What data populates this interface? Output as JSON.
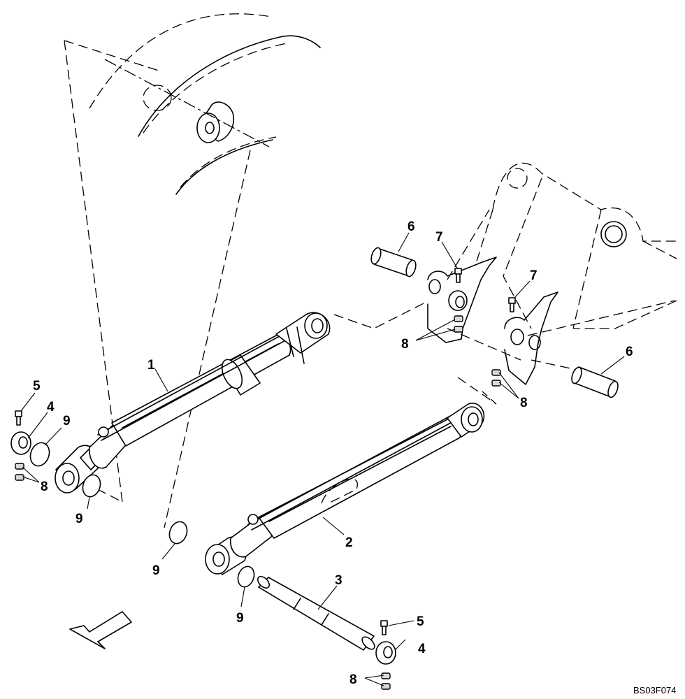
{
  "diagram": {
    "type": "exploded parts diagram",
    "drawing_code": "BS03F074",
    "callouts": [
      {
        "id": "cyl1",
        "text": "1"
      },
      {
        "id": "cyl2",
        "text": "2"
      },
      {
        "id": "pin3",
        "text": "3"
      },
      {
        "id": "coll4a",
        "text": "4"
      },
      {
        "id": "coll4b",
        "text": "4"
      },
      {
        "id": "bolt5a",
        "text": "5"
      },
      {
        "id": "bolt5b",
        "text": "5"
      },
      {
        "id": "pin6a",
        "text": "6"
      },
      {
        "id": "pin6b",
        "text": "6"
      },
      {
        "id": "bolt7a",
        "text": "7"
      },
      {
        "id": "bolt7b",
        "text": "7"
      },
      {
        "id": "nut8a",
        "text": "8"
      },
      {
        "id": "nut8b",
        "text": "8"
      },
      {
        "id": "nut8c",
        "text": "8"
      },
      {
        "id": "nut8d",
        "text": "8"
      },
      {
        "id": "shim9a",
        "text": "9"
      },
      {
        "id": "shim9b",
        "text": "9"
      },
      {
        "id": "shim9c",
        "text": "9"
      },
      {
        "id": "shim9d",
        "text": "9"
      }
    ]
  }
}
